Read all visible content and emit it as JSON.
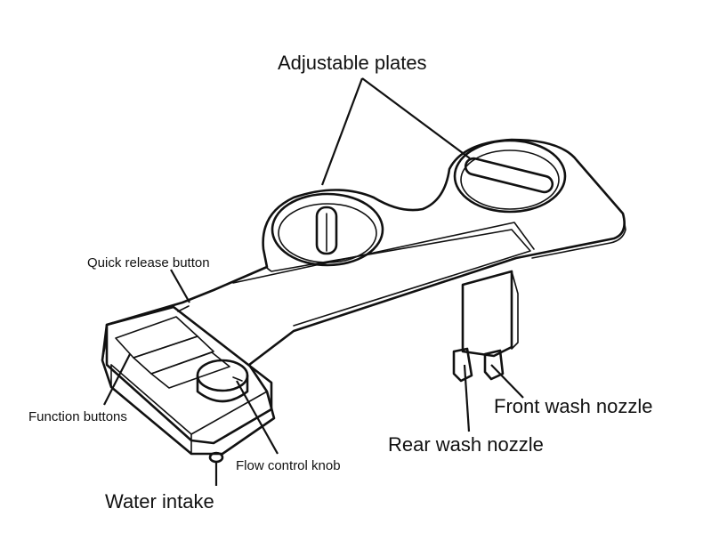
{
  "labels": {
    "adjustable_plates": "Adjustable plates",
    "quick_release_button": "Quick release button",
    "function_buttons": "Function buttons",
    "flow_control_knob": "Flow control knob",
    "water_intake": "Water intake",
    "rear_wash_nozzle": "Rear wash nozzle",
    "front_wash_nozzle": "Front wash nozzle"
  },
  "colors": {
    "line": "#111111",
    "background": "#ffffff"
  }
}
